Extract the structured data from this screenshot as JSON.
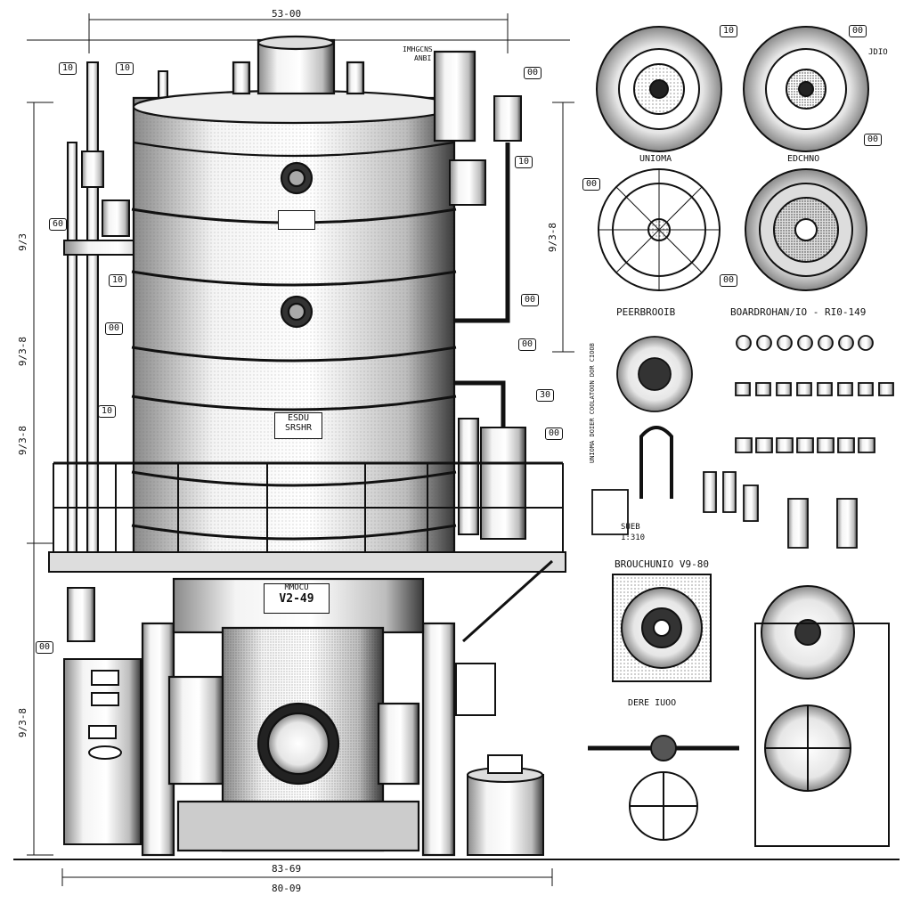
{
  "diagram": {
    "dims": {
      "top_width": "53-00",
      "left_upper": "9/3",
      "left_mid": "9/3-8",
      "left_mid2": "9/3-8",
      "left_lower": "9/3-8",
      "right_height": "9/3-8",
      "bottom_1": "83-69",
      "bottom_2": "80-09"
    },
    "main_tank": {
      "plate_1": "",
      "plate_2_line1": "ESDU",
      "plate_2_line2": "SRSHR",
      "base_plate_line1": "MMOCU",
      "base_plate_line2": "V2-49",
      "top_note_line1": "IMHGCNS",
      "top_note_line2": "ANBI"
    },
    "callouts": [
      "10",
      "10",
      "00",
      "60",
      "10",
      "00",
      "10",
      "00",
      "00",
      "30",
      "00",
      "10",
      "00",
      "10",
      "00",
      "00",
      "00",
      "00"
    ],
    "details": {
      "disc_1": "UNIOMA",
      "disc_2": "EDCHNO",
      "section_label_left": "PEERBROOIB",
      "section_label_right": "BOARDROHAN/IO - RI0-149",
      "scale_note_line1": "SUEB",
      "scale_note_line2": "1:310",
      "pump_label": "BROUCHUNIO V9-80",
      "pump_sub": "DERE IUOO",
      "side_text": "UNIOMA DOIER COOLATOON DOR CIOOB",
      "corner_note": "JDIO"
    }
  },
  "colors": {
    "ink": "#111111",
    "paper": "#ffffff",
    "shade": "#c8c8c8"
  }
}
